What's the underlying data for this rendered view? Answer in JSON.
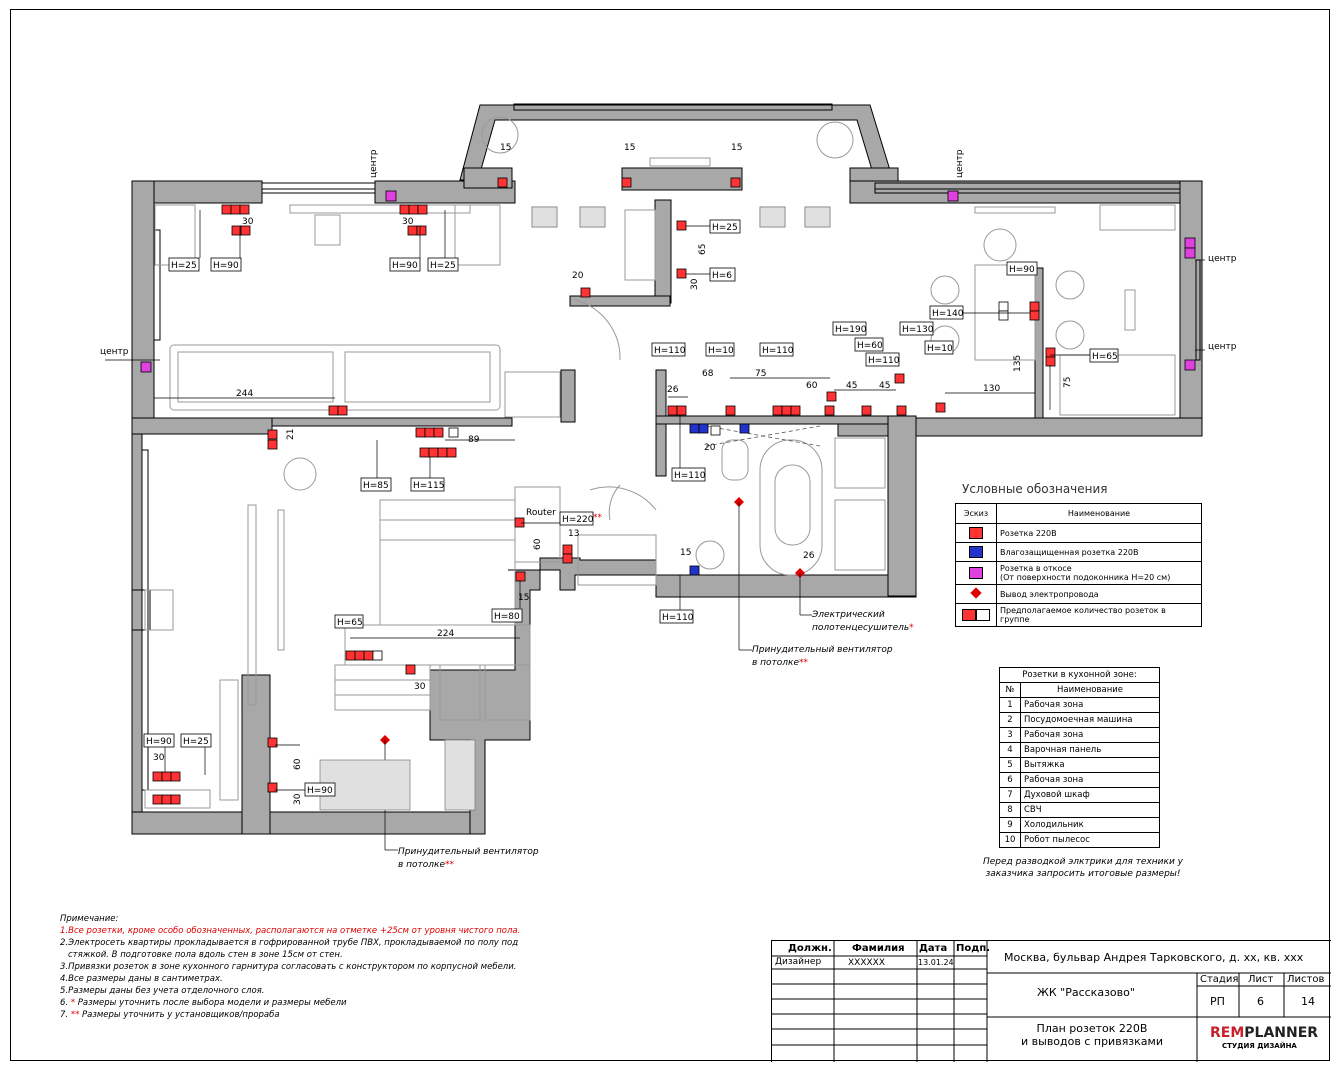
{
  "labels": {
    "center": "центр",
    "router": "Router",
    "fan_callout_1": "Принудительный вентилятор",
    "fan_callout_2": "в потолке",
    "fan_star": "**",
    "towel_callout_1": "Электрический",
    "towel_callout_2": "полотенцесушитель",
    "towel_star": "*"
  },
  "dims": {
    "d15a": "15",
    "d15b": "15",
    "d15c": "15",
    "d15d": "15",
    "d15e": "15",
    "d30a": "30",
    "d30b": "30",
    "d30c": "30",
    "d30d": "30",
    "d30e": "30",
    "d30f": "30",
    "d20a": "20",
    "d20b": "20",
    "d244": "244",
    "d224": "224",
    "d89": "89",
    "d21": "21",
    "d65": "65",
    "d26a": "26",
    "d26b": "26",
    "d68": "68",
    "d75a": "75",
    "d75b": "75",
    "d60a": "60",
    "d60b": "60",
    "d60c": "60",
    "d45a": "45",
    "d45b": "45",
    "d130": "130",
    "d135": "135",
    "d13": "13"
  },
  "heights": {
    "h25a": "H=25",
    "h90a": "H=90",
    "h90b": "H=90",
    "h25b": "H=25",
    "h25c": "H=25",
    "h6": "H=6",
    "h90c": "H=90",
    "h140": "H=140",
    "h65a": "H=65",
    "h110a": "H=110",
    "h10a": "H=10",
    "h110b": "H=110",
    "h190": "H=190",
    "h60": "H=60",
    "h110c": "H=110",
    "h130": "H=130",
    "h10b": "H=10",
    "h110d": "H=110",
    "h110e": "H=110",
    "h85": "H=85",
    "h115": "H=115",
    "h220": "H=220",
    "h220star": "**",
    "h80": "H=80",
    "h65b": "H=65",
    "h90d": "H=90",
    "h25d": "H=25",
    "h90e": "H=90"
  },
  "legend": {
    "title": "Условные обозначения",
    "col_icon": "Эскиз",
    "col_name": "Наименование",
    "rows": [
      {
        "icon": "socket-220-icon",
        "name": "Розетка 220В",
        "color": "#ff3333"
      },
      {
        "icon": "waterproof-socket-icon",
        "name": "Влагозащищенная розетка 220В",
        "color": "#2233cc"
      },
      {
        "icon": "window-socket-icon",
        "name": "Розетка в откосе",
        "name2": "(От поверхности подоконника Н=20 см)",
        "color": "#e040e0"
      },
      {
        "icon": "power-outlet-icon",
        "name": "Вывод электропровода",
        "color": "#e00000"
      },
      {
        "icon": "socket-group-icon",
        "name": "Предполагаемое количество розеток в",
        "name2": "группе",
        "color": "#ff3333"
      }
    ]
  },
  "kitchen": {
    "title": "Розетки в кухонной зоне:",
    "col_no": "№",
    "col_name": "Наименование",
    "rows": [
      {
        "n": "1",
        "name": "Рабочая зона"
      },
      {
        "n": "2",
        "name": "Посудомоечная машина"
      },
      {
        "n": "3",
        "name": "Рабочая зона"
      },
      {
        "n": "4",
        "name": "Варочная панель"
      },
      {
        "n": "5",
        "name": "Вытяжка"
      },
      {
        "n": "6",
        "name": "Рабочая зона"
      },
      {
        "n": "7",
        "name": "Духовой шкаф"
      },
      {
        "n": "8",
        "name": "СВЧ"
      },
      {
        "n": "9",
        "name": "Холодильник"
      },
      {
        "n": "10",
        "name": "Робот пылесос"
      }
    ],
    "note_1": "Перед разводкой элктрики для техники у",
    "note_2": "заказчика запросить итоговые размеры!"
  },
  "notes": {
    "title": "Примечание:",
    "n1": "1.Все розетки, кроме особо обозначенных, располагаются на отметке +25см от уровня чистого пола.",
    "n2a": "2.Электросеть квартиры прокладывается в гофрированной трубе ПВХ, прокладываемой по полу под",
    "n2b": "стяжкой. В подготовке пола вдоль стен в зоне 15см от стен.",
    "n3": "3.Привязки розеток в зоне кухонного гарнитура согласовать с конструктором по корпусной мебели.",
    "n4": "4.Все размеры даны в сантиметрах.",
    "n5": "5.Размеры даны без учета отделочного слоя.",
    "n6_num": "6.",
    "n6_star": "*",
    "n6": "Размеры уточнить после выбора модели и размеры мебели",
    "n7_num": "7.",
    "n7_star": "**",
    "n7": "Размеры уточнить у установщиков/прораба"
  },
  "stamp": {
    "col_position": "Должн.",
    "col_surname": "Фамилия",
    "col_date": "Дата",
    "col_sign": "Подп.",
    "position": "Дизайнер",
    "surname": "XXXXXX",
    "date": "13.01.24",
    "address": "Москва, бульвар Андрея Тарковского, д. хх, кв. ххх",
    "complex": "ЖК \"Рассказово\"",
    "stage_label": "Стадия",
    "sheet_label": "Лист",
    "sheets_label": "Листов",
    "stage": "РП",
    "sheet": "6",
    "sheets": "14",
    "title_1": "План розеток 220В",
    "title_2": "и выводов с привязками",
    "brand_rem": "REM",
    "brand_planner": "PLANNER",
    "brand_sub": "СТУДИЯ ДИЗАЙНА"
  },
  "colors": {
    "socket": "#ff3333",
    "waterproof": "#2233cc",
    "window_socket": "#e040e0",
    "wall": "#a0a0a0",
    "accent_red": "#d00000"
  }
}
